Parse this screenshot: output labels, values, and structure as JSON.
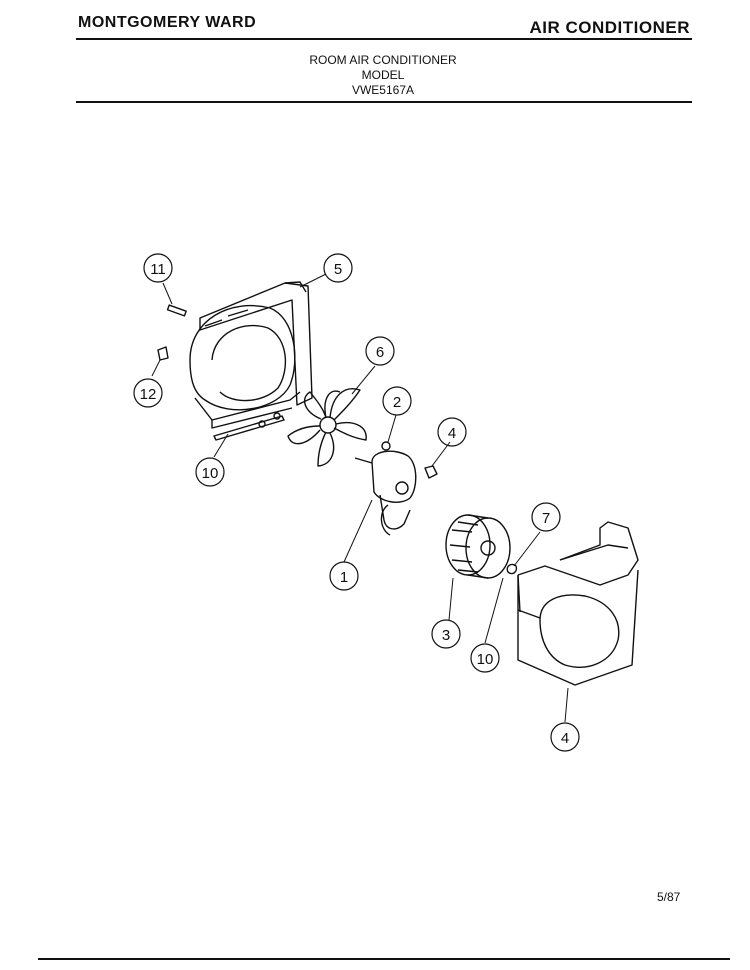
{
  "header": {
    "brand": "MONTGOMERY WARD",
    "category": "AIR CONDITIONER",
    "title_lines": [
      "ROOM AIR CONDITIONER",
      "MODEL",
      "VWE5167A"
    ]
  },
  "callouts": [
    "11",
    "5",
    "6",
    "12",
    "2",
    "4",
    "10",
    "1",
    "7",
    "3",
    "10",
    "4"
  ],
  "footer": {
    "page_code": "5/87"
  }
}
